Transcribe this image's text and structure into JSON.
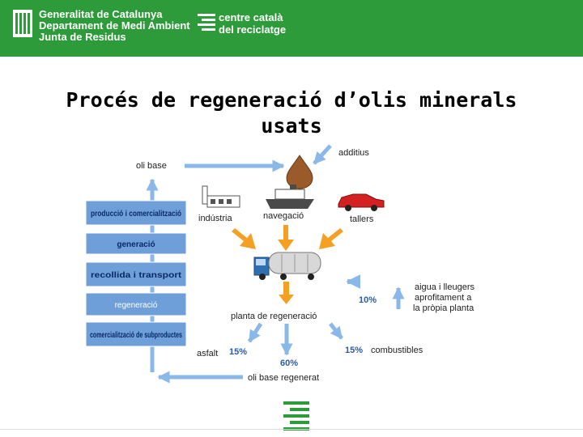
{
  "header": {
    "org_lines": [
      "Generalitat de Catalunya",
      "Departament de Medi Ambient",
      "Junta de Residus"
    ],
    "partner_lines": [
      "centre català",
      "del reciclatge"
    ]
  },
  "title_lines": [
    "Procés de regeneració d’olis minerals",
    "usats"
  ],
  "diagram": {
    "oli_base": "oli base",
    "additius": "additius",
    "stages": [
      "producció i comercialització",
      "generació",
      "recollida i transport",
      "regeneració",
      "comercialització de subproductes"
    ],
    "sources": [
      "indústria",
      "navegació",
      "tallers"
    ],
    "plant": "planta de regeneració",
    "aigua_lines": [
      "aigua i lleugers",
      "aprofitament a",
      "la pròpia planta"
    ],
    "aigua_pct": "10%",
    "asfalt": "asfalt",
    "asfalt_pct": "15%",
    "oli_regen_pct": "60%",
    "oli_regen": "oli base regenerat",
    "combustibles": "combustibles",
    "combustibles_pct": "15%"
  },
  "colors": {
    "header_green": "#2e9b3a",
    "stage_box": "#6f9fd8",
    "arrow_blue": "#8ab8e8",
    "arrow_orange": "#f5a023",
    "pct_blue": "#2a5ca8"
  }
}
